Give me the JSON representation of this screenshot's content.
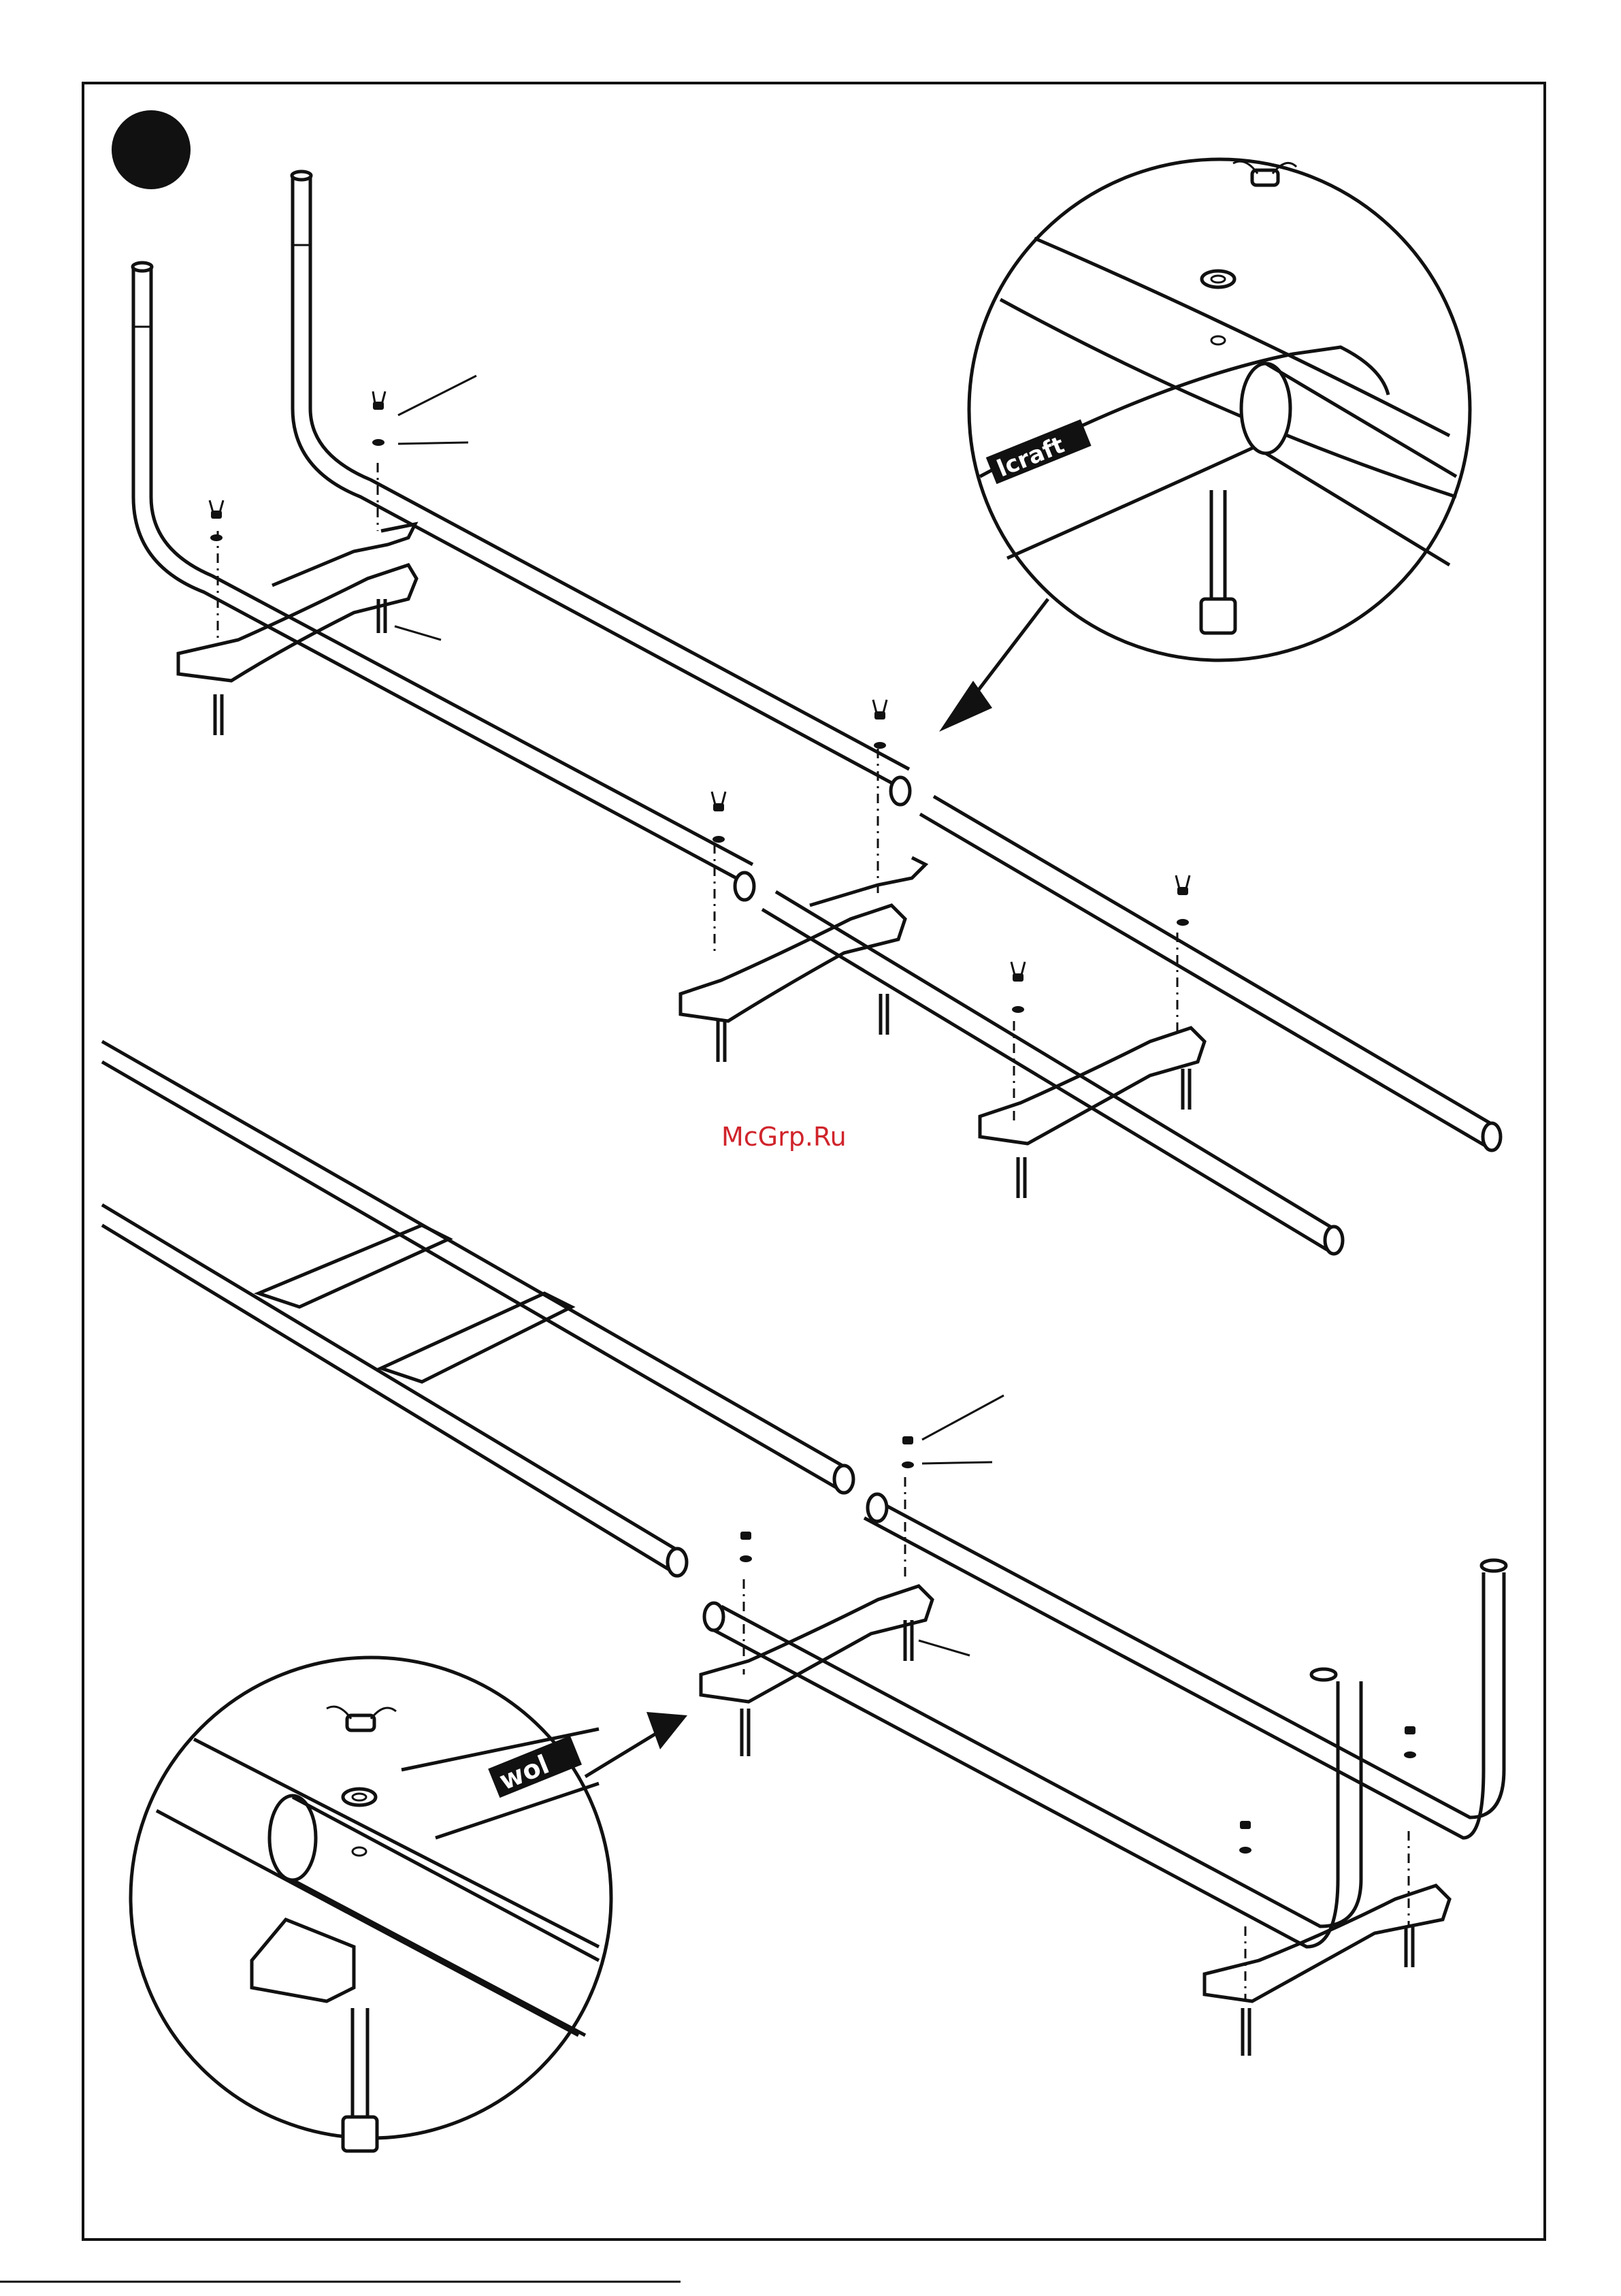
{
  "document": {
    "watermark": "McGrp.Ru",
    "logo_text": "wolfcraft",
    "logo_fragment_top": "lcraft",
    "logo_fragment_bottom": "wol",
    "step_marker": "",
    "colors": {
      "ink": "#111111",
      "paper": "#ffffff",
      "watermark": "#d0242b"
    }
  }
}
